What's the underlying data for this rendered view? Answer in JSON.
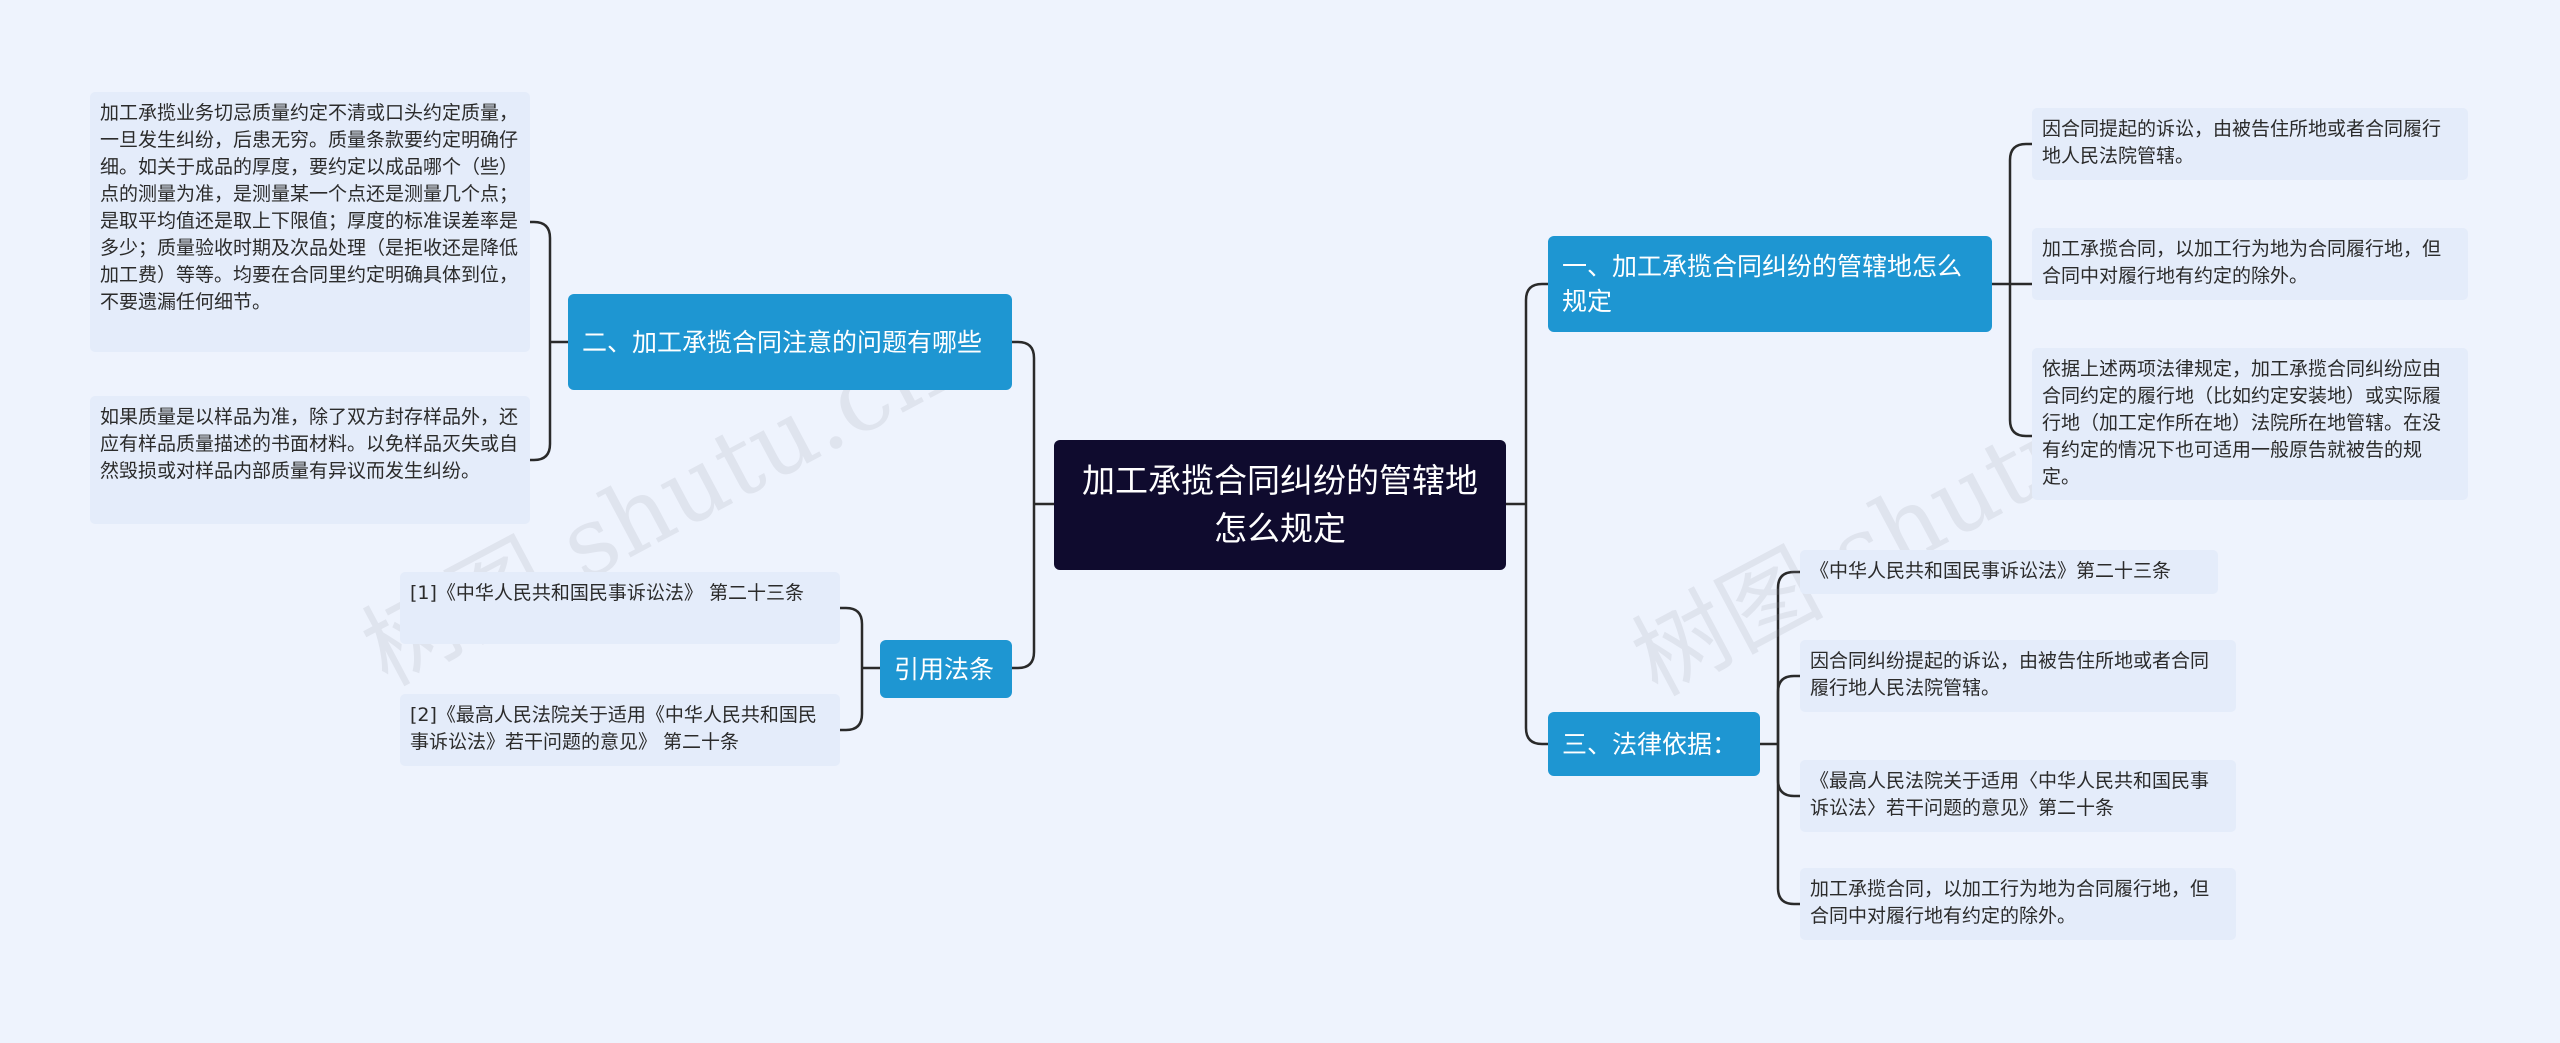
{
  "root": {
    "label": "加工承揽合同纠纷的管辖地怎么规定"
  },
  "left": {
    "branch2": {
      "label": "二、加工承揽合同注意的问题有哪些",
      "items": [
        "加工承揽业务切忌质量约定不清或口头约定质量，一旦发生纠纷，后患无穷。质量条款要约定明确仔细。如关于成品的厚度，要约定以成品哪个（些）点的测量为准，是测量某一个点还是测量几个点；是取平均值还是取上下限值；厚度的标准误差率是多少；质量验收时期及次品处理（是拒收还是降低加工费）等等。均要在合同里约定明确具体到位，不要遗漏任何细节。",
        "如果质量是以样品为准，除了双方封存样品外，还应有样品质量描述的书面材料。以免样品灭失或自然毁损或对样品内部质量有异议而发生纠纷。"
      ]
    },
    "cite": {
      "label": "引用法条",
      "items": [
        "[1]《中华人民共和国民事诉讼法》 第二十三条",
        "[2]《最高人民法院关于适用《中华人民共和国民事诉讼法》若干问题的意见》 第二十条"
      ]
    }
  },
  "right": {
    "branch1": {
      "label": "一、加工承揽合同纠纷的管辖地怎么规定",
      "items": [
        "因合同提起的诉讼，由被告住所地或者合同履行地人民法院管辖。",
        "加工承揽合同，以加工行为地为合同履行地，但合同中对履行地有约定的除外。",
        "依据上述两项法律规定，加工承揽合同纠纷应由合同约定的履行地（比如约定安装地）或实际履行地（加工定作所在地）法院所在地管辖。在没有约定的情况下也可适用一般原告就被告的规定。"
      ]
    },
    "branch3": {
      "label": "三、法律依据：",
      "items": [
        "《中华人民共和国民事诉讼法》第二十三条",
        "因合同纠纷提起的诉讼，由被告住所地或者合同履行地人民法院管辖。",
        "《最高人民法院关于适用〈中华人民共和国民事诉讼法〉若干问题的意见》第二十条",
        "加工承揽合同，以加工行为地为合同履行地，但合同中对履行地有约定的除外。"
      ]
    }
  },
  "watermarks": [
    "树图 shutu.cn",
    "树图 shutu.cn"
  ],
  "colors": {
    "background": "#eef3fd",
    "root": "#0f0b2e",
    "branch": "#1e96d2",
    "leaf": "#e4ecfa",
    "line": "#2a2a2a"
  }
}
